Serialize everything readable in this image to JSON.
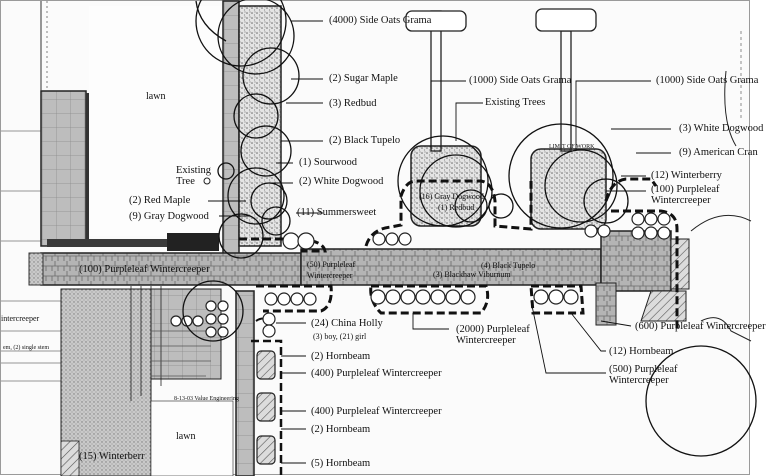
{
  "labels": {
    "side_oats_4000": "(4000) Side Oats Grama",
    "sugar_maple": "(2) Sugar Maple",
    "redbud_3": "(3) Redbud",
    "black_tupelo_2": "(2) Black Tupelo",
    "sourwood": "(1) Sourwood",
    "white_dogwood_2": "(2) White Dogwood",
    "summersweet": "(11) Summersweet",
    "red_maple": "(2) Red Maple",
    "gray_dogwood_9": "(9) Gray Dogwood",
    "existing_tree": "Existing\nTree",
    "lawn_top": "lawn",
    "lawn_bottom": "lawn",
    "purpleleaf_100_left": "(100) Purpleleaf Wintercreeper",
    "purpleleaf_50": "(50) Purpleleaf\nWintercreeper",
    "side_oats_1000_a": "(1000) Side Oats Grama",
    "side_oats_1000_b": "(1000) Side Oats Grama",
    "existing_trees": "Existing Trees",
    "white_dogwood_3": "(3) White Dogwood",
    "american_cranberry": "(9) American Cran",
    "winterberry_12": "(12) Winterberry",
    "purpleleaf_100_right": "(100) Purpleleaf\nWintercreeper",
    "gray_dogwood_16": "(16) Gray Dogwood",
    "redbud_1": "(1) Redbud",
    "black_tupelo_4": "(4) Black Tupelo",
    "blackhaw_viburnum": "(3) Blackhaw Viburnum",
    "china_holly": "(24) China Holly",
    "china_holly_sub": "(3) boy, (21) girl",
    "hornbeam_2a": "(2) Hornbeam",
    "purpleleaf_400_a": "(400) Purpleleaf Wintercreeper",
    "purpleleaf_400_b": "(400) Purpleleaf Wintercreeper",
    "hornbeam_2b": "(2) Hornbeam",
    "hornbeam_5": "(5) Hornbeam",
    "purpleleaf_2000": "(2000) Purpleleaf\nWintercreeper",
    "hornbeam_12": "(12) Hornbeam",
    "purpleleaf_500": "(500) Purpleleaf\nWintercreeper",
    "purpleleaf_600": "(600) Purpleleaf Wintercreeper",
    "wintercreeper_left": "intercreeper",
    "winterberry_15": "(15) Winterberr",
    "single_stem": "em, (2) single stem",
    "value_engineering": "8-13-03 Value Engineering",
    "limit_of_work": "LIMIT OF WORK"
  }
}
